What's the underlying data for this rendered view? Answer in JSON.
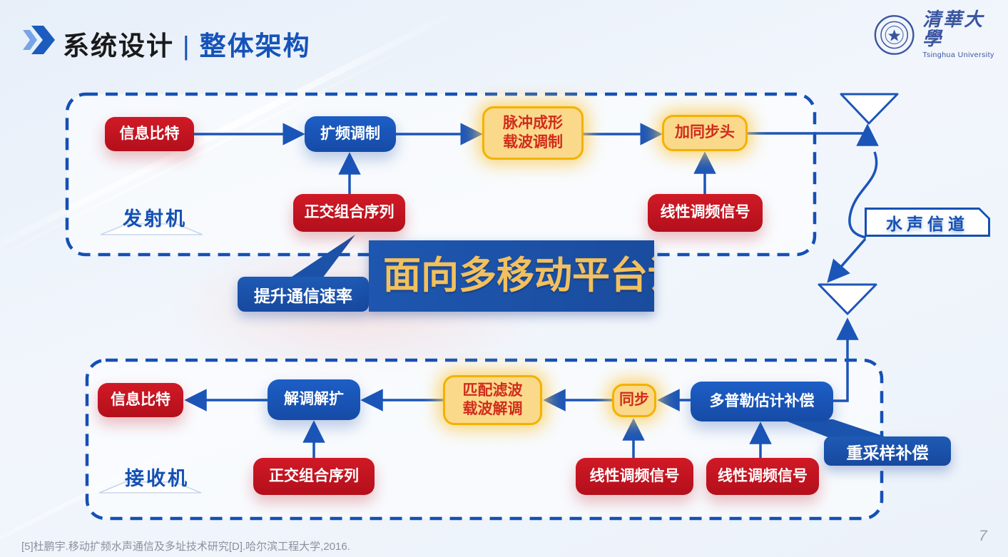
{
  "header": {
    "title_primary": "系统设计",
    "separator": "|",
    "title_secondary": "整体架构"
  },
  "logo": {
    "university_cn": "清華大學",
    "university_en": "Tsinghua University"
  },
  "transmitter": {
    "section_label": "发射机",
    "info_bits": "信息比特",
    "spread_modulation": "扩频调制",
    "pulse_shaping_line1": "脉冲成形",
    "pulse_shaping_line2": "载波调制",
    "add_sync_header": "加同步头",
    "orthogonal_sequence": "正交组合序列",
    "lfm_signal": "线性调频信号"
  },
  "channel": {
    "label": "水声信道"
  },
  "receiver": {
    "section_label": "接收机",
    "info_bits": "信息比特",
    "demod_despread": "解调解扩",
    "matched_filter_line1": "匹配滤波",
    "matched_filter_line2": "载波解调",
    "sync": "同步",
    "doppler_est_comp": "多普勒估计补偿",
    "orthogonal_sequence": "正交组合序列",
    "lfm_signal_left": "线性调频信号",
    "lfm_signal_right": "线性调频信号",
    "resample_comp": "重采样补偿"
  },
  "annotations": {
    "rate_callout": "提升通信速率",
    "banner_text": "面向多移动平台",
    "banner_clipped_char": "设"
  },
  "footer": {
    "citation": "[5]杜鹏宇.移动扩频水声通信及多址技术研究[D].哈尔滨工程大学,2016.",
    "page_number": "7"
  },
  "colors": {
    "primary_blue": "#1b55b8",
    "dash_blue": "#1450b4",
    "node_red": "#c4121e",
    "node_blue": "#1a57be",
    "yellow_fill": "#fbd98b",
    "yellow_border": "#f2b200",
    "yellow_text": "#d02c1c",
    "banner_blue": "#1c52a8",
    "banner_gold": "#f2c05e"
  }
}
